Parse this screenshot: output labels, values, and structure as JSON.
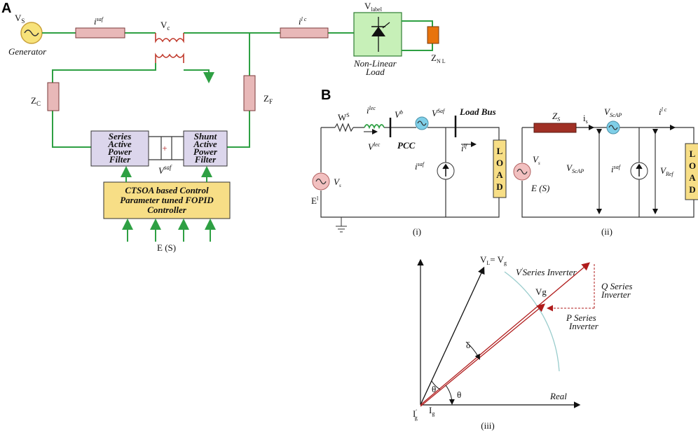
{
  "panel_a": {
    "label": "A",
    "vs": "V",
    "vs_sub": "S",
    "generator": "Generator",
    "isaf": "i",
    "isaf_sup": "saf",
    "vc": "V",
    "vc_sub": "c",
    "ilc": "i",
    "ilc_sup": "l c",
    "vlabel": "V",
    "vlabel_sub": "label",
    "nll_line1": "Non-Linear",
    "nll_line2": "Load",
    "znl": "Z",
    "znl_sub": "N L",
    "zc": "Z",
    "zc_sub": "C",
    "zf": "Z",
    "zf_sub": "F",
    "series_line1": "Series",
    "series_line2": "Active",
    "series_line3": "Power",
    "series_line4": "Filter",
    "shunt_line1": "Shunt",
    "shunt_line2": "Active",
    "shunt_line3": "Power",
    "shunt_line4": "Filter",
    "vsaf": "V",
    "vsaf_sup": "saf",
    "ctrl_line1": "CTSOA based Control",
    "ctrl_line2": "Parameter tuned FOPID",
    "ctrl_line3": "Controller",
    "es": "E (S)"
  },
  "panel_b": {
    "label": "B",
    "i": {
      "ws": "W",
      "ws_sup": "S",
      "ilec": "i",
      "ilec_sup": "lec",
      "vb": "V",
      "vb_sup": "b",
      "vsaf": "V",
      "vsaf_sup": "Saf",
      "load_bus": "Load Bus",
      "vlec": "V",
      "vlec_sup": "lec",
      "pcc": "PCC",
      "il": "i",
      "il_sup": "lf",
      "isaf": "i",
      "isaf_sup": "saf",
      "vs": "V",
      "vs_sub": "s",
      "e": "E",
      "e_sup": "l",
      "load": "LOAD",
      "caption": "(i)"
    },
    "ii": {
      "zs": "Z",
      "zs_sub": "S",
      "is": "i",
      "is_sub": "s",
      "vscap_top": "V",
      "vscap_top_sub": "ScAP",
      "ilc": "i",
      "ilc_sup": "l c",
      "vs": "V",
      "vs_sub": "s",
      "es": "E (S)",
      "vscap": "V",
      "vscap_sub": "ScAP",
      "isaf": "i",
      "isaf_sup": "saf",
      "vref": "V",
      "vref_sub": "Ref",
      "load": "LOAD",
      "caption": "(ii)"
    },
    "iii": {
      "vl_eq": "V",
      "vl_sub": "L",
      "vl_eq2": "= V",
      "vl_eq2_sub": "g",
      "v_series": "V",
      "v_series_sup": "'",
      "v_series_text": "Series Inverter",
      "vg": "Vg",
      "q_line1": "Q Series",
      "q_line2": "Inverter",
      "p_line1": "P  Series",
      "p_line2": "Inverter",
      "delta": "δ",
      "theta1": "θ",
      "theta2": "θ",
      "real": "Real",
      "ig_prime": "I",
      "ig_prime_sub": "g",
      "ig_prime_sup": "'",
      "ig": "I",
      "ig_sub": "g",
      "caption": "(iii)"
    }
  }
}
